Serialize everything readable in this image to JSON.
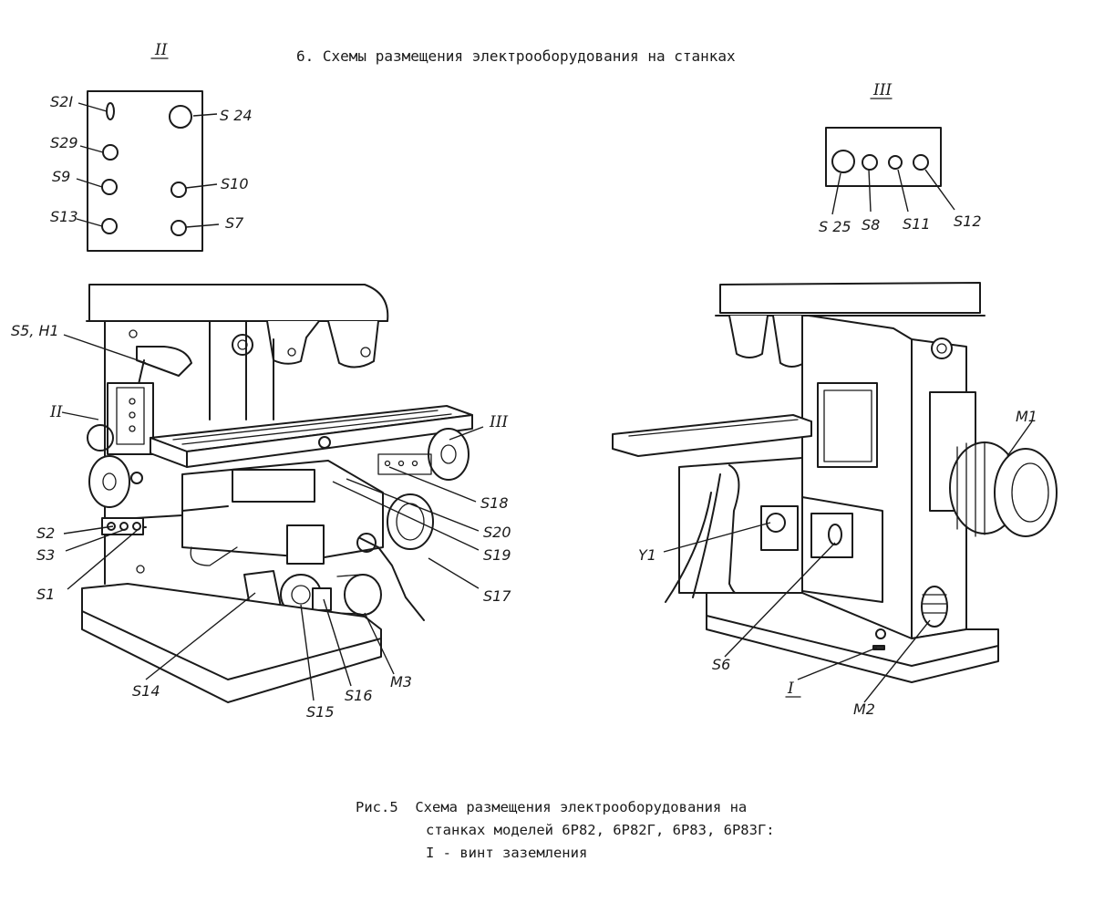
{
  "header": {
    "title": "6. Схемы размещения электрооборудования на станках"
  },
  "panel_ii": {
    "roman": "II",
    "labels": {
      "s21": "S2I",
      "s24": "S 24",
      "s29": "S29",
      "s9": "S9",
      "s10": "S10",
      "s13": "S13",
      "s7": "S7"
    }
  },
  "panel_iii": {
    "roman": "III",
    "labels": {
      "s25": "S 25",
      "s8": "S8",
      "s11": "S11",
      "s12": "S12"
    }
  },
  "left_machine": {
    "labels": {
      "s5h1": "S5, H1",
      "ii": "II",
      "iii": "III",
      "s18": "S18",
      "s20": "S20",
      "s19": "S19",
      "s17": "S17",
      "s2": "S2",
      "s3": "S3",
      "s1": "S1",
      "s14": "S14",
      "s15": "S15",
      "s16": "S16",
      "m3": "M3"
    }
  },
  "right_machine": {
    "labels": {
      "m1": "M1",
      "y1": "Y1",
      "s6": "S6",
      "i": "I",
      "m2": "M2"
    }
  },
  "caption": {
    "line1": "Рис.5  Схема размещения электрооборудования на",
    "line2": "станках моделей 6Р82, 6Р82Г, 6Р83, 6Р83Г:",
    "line3": "I - винт заземления"
  },
  "colors": {
    "ink": "#1a1a1a",
    "paper": "#ffffff"
  }
}
